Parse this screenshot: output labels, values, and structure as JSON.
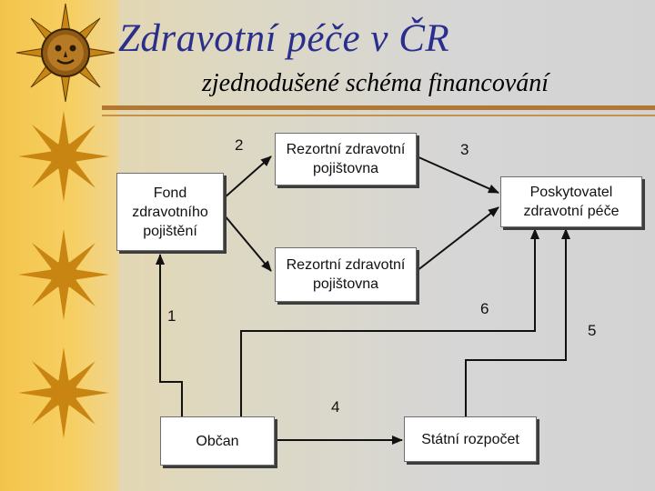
{
  "slide": {
    "title": "Zdravotní péče v ČR",
    "subtitle": "zjednodušené  schéma financování"
  },
  "nodes": {
    "fond": [
      "Fond",
      "zdravotního",
      "pojištění"
    ],
    "rezortni_top": [
      "Rezortní zdravotní",
      "pojištovna"
    ],
    "rezortni_bottom": [
      "Rezortní zdravotní",
      "pojištovna"
    ],
    "poskytovatel": [
      "Poskytovatel",
      "zdravotní péče"
    ],
    "obcan": [
      "Občan"
    ],
    "statni_rozpocet": [
      "Státní rozpočet"
    ]
  },
  "flows": [
    {
      "label": "1",
      "from": "Občan",
      "to": "Fond zdravotního pojištění"
    },
    {
      "label": "2",
      "from": "Fond zdravotního pojištění",
      "to": "Rezortní zdravotní pojištovna"
    },
    {
      "label": "3",
      "from": "Rezortní zdravotní pojištovna",
      "to": "Poskytovatel zdravotní péče"
    },
    {
      "label": "4",
      "from": "Občan",
      "to": "Státní rozpočet"
    },
    {
      "label": "5",
      "from": "Státní rozpočet",
      "to": "Poskytovatel zdravotní péče"
    },
    {
      "label": "6",
      "from": "Občan",
      "to": "Poskytovatel zdravotní péče"
    }
  ],
  "colors": {
    "title": "#2b2f8c",
    "stripe": "#f3c44a",
    "rule": "#b07832"
  },
  "decor": {
    "icons": [
      "sun-face-icon",
      "sun-icon",
      "sun-icon",
      "sun-icon"
    ]
  }
}
